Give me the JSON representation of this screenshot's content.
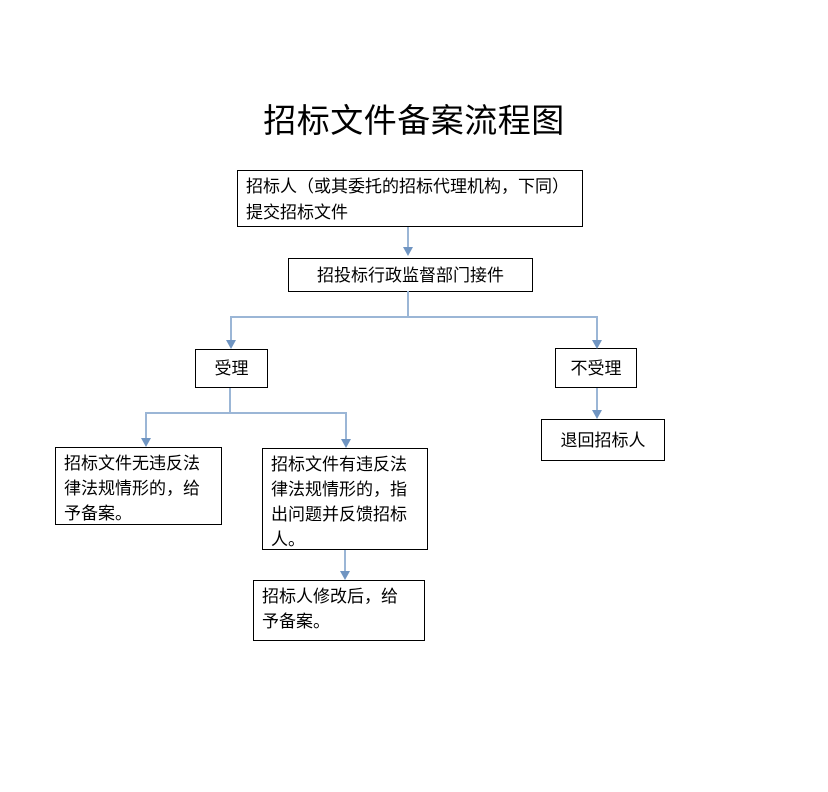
{
  "title": "招标文件备案流程图",
  "nodes": {
    "submit": {
      "lines": [
        "招标人（或其委托的招标代理机构，下同）",
        "提交招标文件"
      ]
    },
    "receive": {
      "label": "招投标行政监督部门接件"
    },
    "accept": {
      "label": "受理"
    },
    "reject": {
      "label": "不受理"
    },
    "no_violation": {
      "lines": [
        "招标文件无违反法",
        "律法规情形的，给",
        "予备案。"
      ]
    },
    "violation": {
      "lines": [
        "招标文件有违反法",
        "律法规情形的，指",
        "出问题并反馈招标",
        "人。"
      ]
    },
    "revise": {
      "lines": [
        "招标人修改后，给",
        "予备案。"
      ]
    },
    "return": {
      "label": "退回招标人"
    }
  },
  "colors": {
    "connector_line": "#9bb6d6",
    "arrowhead": "#7095c2",
    "box_border": "#000000",
    "text": "#000000",
    "background": "#ffffff"
  }
}
